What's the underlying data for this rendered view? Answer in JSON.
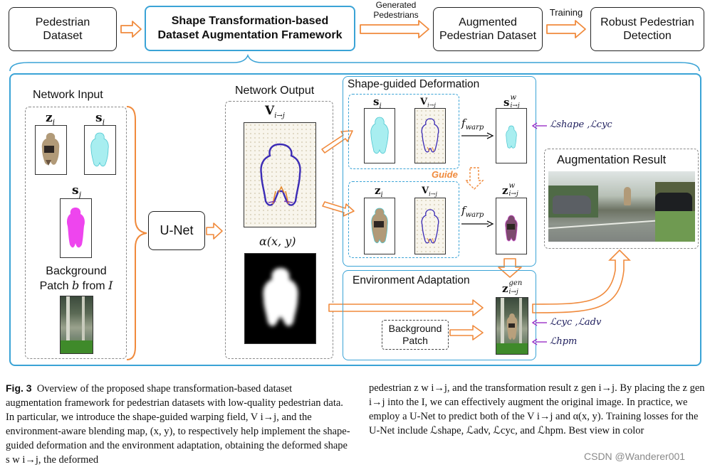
{
  "top_row": {
    "pedestrian_dataset": "Pedestrian\nDataset",
    "framework": "Shape Transformation-based\nDataset Augmentation Framework",
    "generated_label": "Generated\nPedestrians",
    "augmented_dataset": "Augmented\nPedestrian Dataset",
    "training_label": "Training",
    "robust_detection": "Robust Pedestrian\nDetection"
  },
  "network_input": {
    "title": "Network Input",
    "z_i": "z",
    "z_i_sub": "i",
    "s_i": "s",
    "s_i_sub": "i",
    "s_j": "s",
    "s_j_sub": "j",
    "background_label_line1": "Background",
    "background_label_line2": "Patch ",
    "background_b": "b",
    "background_from": " from ",
    "background_I": "I"
  },
  "unet": {
    "label": "U-Net"
  },
  "network_output": {
    "title": "Network Output",
    "V": "V",
    "V_sub": "i→j",
    "alpha": "α(x, y)"
  },
  "shape_guided": {
    "title": "Shape-guided Deformation",
    "s_i": "s",
    "s_i_sub": "i",
    "V": "V",
    "V_sub": "i→j",
    "f_warp": "f",
    "f_warp_sub": "warp",
    "s_w": "s",
    "s_w_sup": "w",
    "s_w_sub": "i→j",
    "guide": "Guide",
    "z_i": "z",
    "z_i_sub": "i",
    "V2": "V",
    "V2_sub": "i→j",
    "f_warp2": "f",
    "f_warp2_sub": "warp",
    "z_w": "z",
    "z_w_sup": "w",
    "z_w_sub": "i→j",
    "loss1": "ℒshape ,ℒcyc"
  },
  "environment": {
    "title": "Environment Adaptation",
    "z_gen": "z",
    "z_gen_sup": "gen",
    "z_gen_sub": "i→j",
    "background_patch": "Background\nPatch",
    "loss2": "ℒcyc ,ℒadv",
    "loss3": "ℒhpm"
  },
  "augmentation_result": {
    "title": "Augmentation Result"
  },
  "caption": {
    "fig_label": "Fig. 3",
    "left_text": "Overview of the proposed shape transformation-based dataset augmentation framework for pedestrian datasets with low-quality pedestrian data. In particular, we introduce the shape-guided warping field, V i→j, and the environment-aware blending map, (x, y), to respectively help implement the shape-guided deformation and the environment adaptation, obtaining the deformed shape s w i→j, the deformed",
    "right_text": "pedestrian z w i→j, and the transformation result z gen i→j. By placing the z gen i→j into the I, we can effectively augment the original image. In practice, we employ a U-Net to predict both of the V i→j and α(x, y). Training losses for the U-Net include ℒshape, ℒadv, ℒcyc, and ℒhpm. Best view in color"
  },
  "watermark": "CSDN @Wanderer001",
  "colors": {
    "blue_border": "#3aa3d6",
    "orange_arrow": "#f08a3c",
    "loss_arrow": "#9b30c8",
    "mask_cyan": "#8fe6ea",
    "mask_magenta": "#ee45ee"
  }
}
